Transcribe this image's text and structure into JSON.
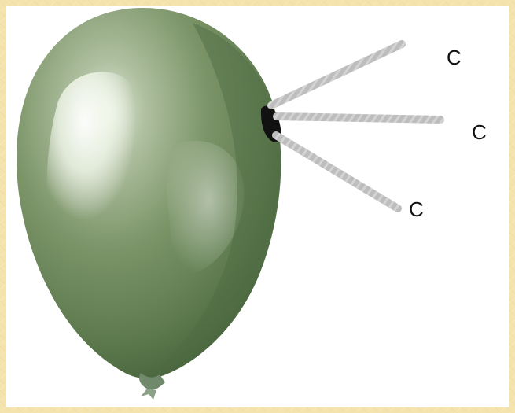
{
  "labels": {
    "c_top": "C",
    "c_middle": "C",
    "c_bottom": "C"
  },
  "colors": {
    "page_background": "#f4e3ad",
    "panel_background": "#ffffff",
    "balloon_main": "#718b5f",
    "balloon_shadow": "#4d6a40",
    "balloon_highlight": "#eef5e7",
    "stroke_gray": "#b8b8b8",
    "contact_black": "#111111"
  },
  "icons": {
    "balloon": "balloon-icon",
    "contact": "contact-mark-icon",
    "arrows": "line-icon"
  }
}
